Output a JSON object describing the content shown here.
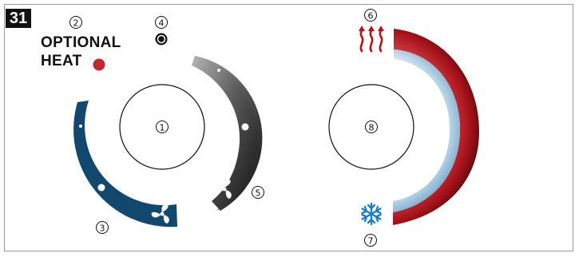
{
  "figure_number": "31",
  "optional_heat": {
    "line1": "OPTIONAL",
    "line2": "HEAT"
  },
  "callouts": [
    "1",
    "2",
    "3",
    "4",
    "5",
    "6",
    "7",
    "8"
  ],
  "colors": {
    "blue_dial": "#12486e",
    "fan_dial_dark": "#1a1a1a",
    "fan_dial_light": "#9a9a9a",
    "heat_red": "#a8121a",
    "cool_blue": "#8fbad8",
    "heat_indicator": "#c4262e",
    "snowflake": "#1e7ec4"
  },
  "icons": [
    "fan-icon",
    "heat-waves-icon",
    "snowflake-icon",
    "power-indicator-icon"
  ]
}
